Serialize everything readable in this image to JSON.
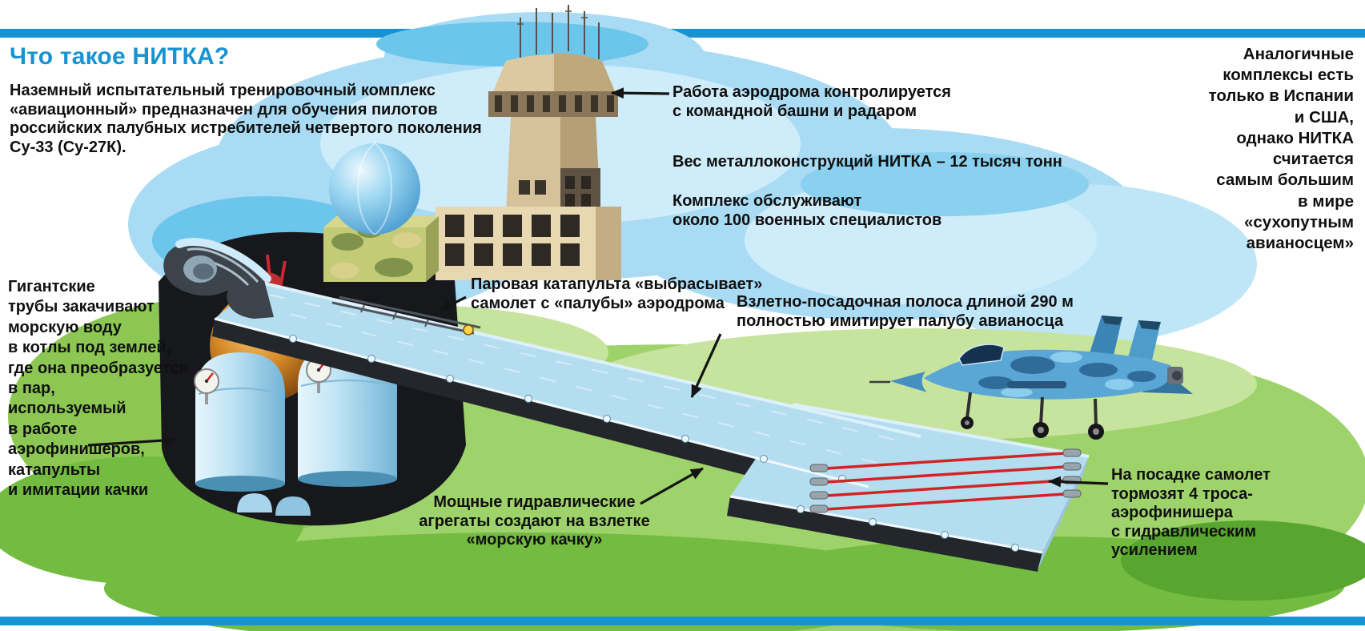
{
  "palette": {
    "accent_blue": "#1793d1",
    "sky_blue": "#a9dcf4",
    "field_green": "#9ed26a",
    "deck_blue": "#b5ddf0",
    "cable_red": "#d42323"
  },
  "title": "Что такое НИТКА?",
  "intro": "Наземный испытательный тренировочный комплекс\n«авиационный» предназначен для обучения пилотов\nроссийских палубных истребителей четвертого поколения\nСу-33 (Су-27К).",
  "right_note": "Аналогичные\nкомплексы есть\nтолько в Испании\nи США,\nоднако НИТКА\nсчитается\nсамым большим\nв мире\n«сухопутным\nавианосцем»",
  "annotations": {
    "tower": "Работа аэродрома контролируется\nс командной башни и радаром",
    "weight": "Вес металлоконструкций НИТКА – 12 тысяч тонн",
    "staff": "Комплекс обслуживают\nоколо 100 военных специалистов",
    "catapult": "Паровая катапульта «выбрасывает»\nсамолет с «палубы» аэродрома",
    "runway": "Взлетно-посадочная полоса длиной 290 м\nполностью имитирует палубу авианосца",
    "pipes": "Гигантские\nтрубы закачивают\nморскую воду\nв котлы под землей,\nгде она преобразуется\nв пар,\nиспользуемый\nв работе\nаэрофинишеров,\nкатапульты\nи имитации качки",
    "hydraulics": "Мощные гидравлические\nагрегаты создают на взлетке\n«морскую качку»",
    "arresting": "На посадке самолет\nтормозят 4 троса-\nаэрофинишера\nс гидравлическим\nусилением"
  }
}
